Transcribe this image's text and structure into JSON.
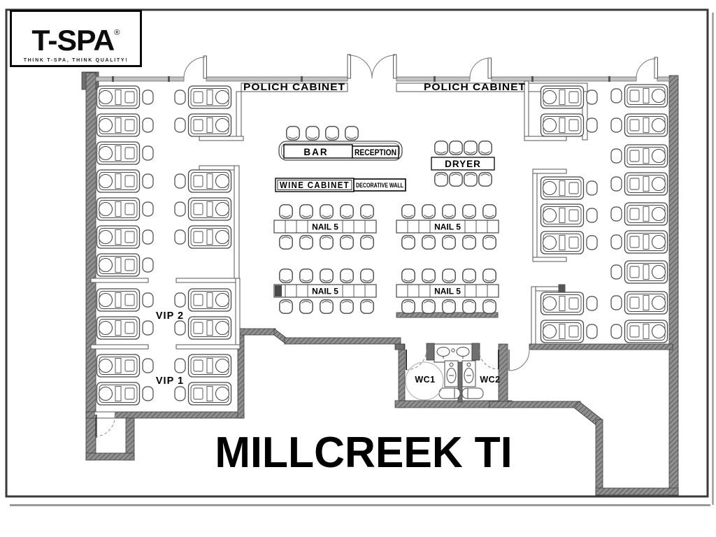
{
  "logo": {
    "brand": "T-SPA",
    "registered": "®",
    "tagline": "THINK T-SPA, THINK QUALITY!"
  },
  "title": "MILLCREEK TI",
  "rooms": {
    "polish_cabinet_left": "POLICH CABINET",
    "polish_cabinet_right": "POLICH CABINET",
    "bar": "BAR",
    "reception": "RECEPTION",
    "dryer": "DRYER",
    "wine_cabinet": "WINE CABINET",
    "decorative_wall": "DECORATIVE WALL",
    "nail_table_1": "NAIL 5",
    "nail_table_2": "NAIL 5",
    "nail_table_3": "NAIL 5",
    "nail_table_4": "NAIL 5",
    "vip_room_2": "VIP 2",
    "vip_room_1": "VIP 1",
    "wc1": "WC1",
    "wc2": "WC2"
  },
  "colors": {
    "wall_hatch": "#8f8f8f",
    "wall_light": "#c2c2c2",
    "line": "#4a4a4a",
    "text": "#000000",
    "background": "#ffffff"
  }
}
